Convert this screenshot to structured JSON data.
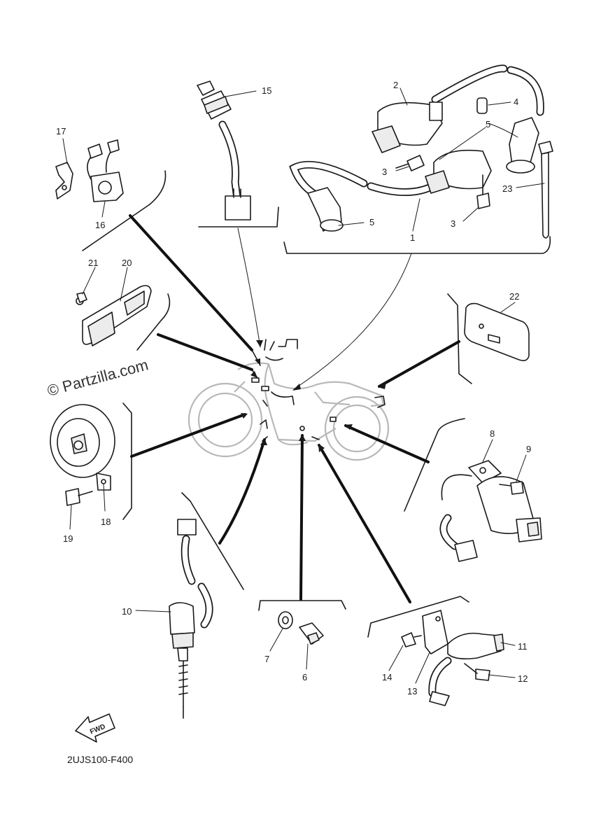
{
  "diagram": {
    "watermark": "© Partzilla.com",
    "code": "2UJS100-F400",
    "fwd_label": "FWD",
    "callouts": {
      "c1": "1",
      "c2": "2",
      "c3a": "3",
      "c3b": "3",
      "c4": "4",
      "c5a": "5",
      "c5b": "5",
      "c6": "6",
      "c7": "7",
      "c8": "8",
      "c9": "9",
      "c10": "10",
      "c11": "11",
      "c12": "12",
      "c13": "13",
      "c14": "14",
      "c15": "15",
      "c16": "16",
      "c17": "17",
      "c18": "18",
      "c19": "19",
      "c20": "20",
      "c21": "21",
      "c22": "22",
      "c23": "23"
    }
  }
}
